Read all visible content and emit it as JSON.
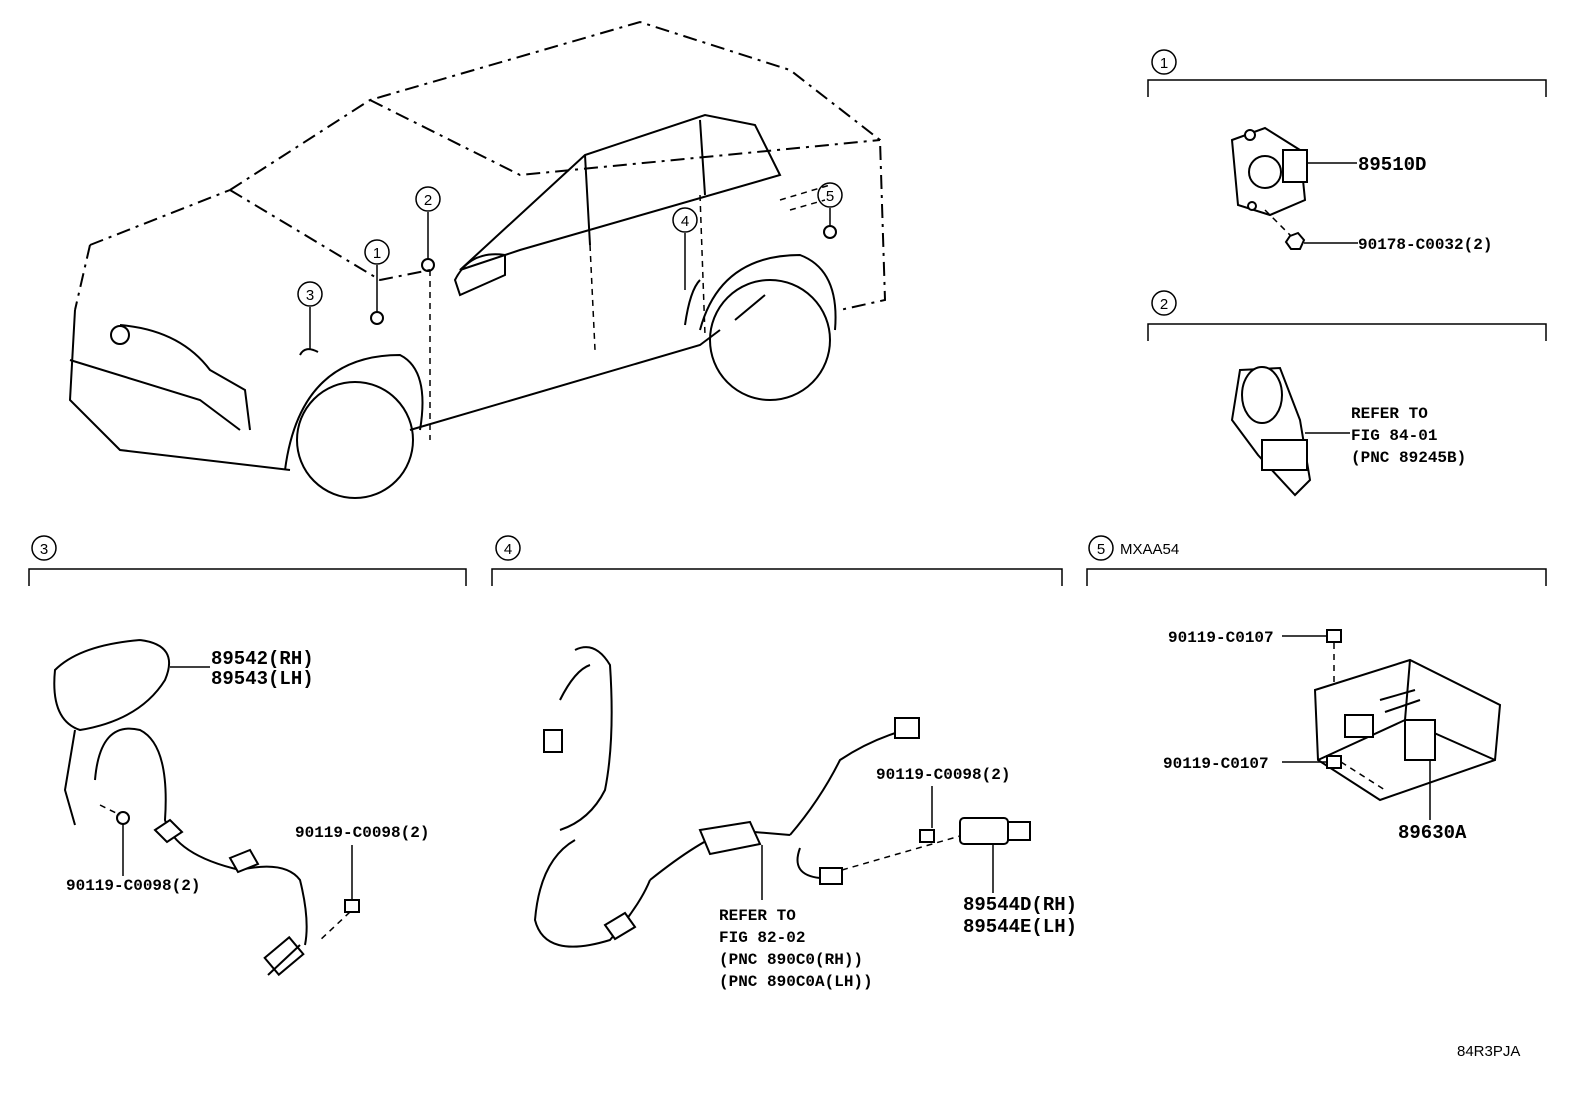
{
  "diagram_id": "84R3PJA",
  "callouts": [
    "1",
    "2",
    "3",
    "4",
    "5"
  ],
  "section1": {
    "num": "1",
    "parts": [
      "89510D",
      "90178-C0032(2)"
    ]
  },
  "section2": {
    "num": "2",
    "refer": [
      "REFER TO",
      "FIG 84-01",
      "(PNC 89245B)"
    ]
  },
  "section3": {
    "num": "3",
    "parts": [
      "89542(RH)",
      "89543(LH)",
      "90119-C0098(2)",
      "90119-C0098(2)"
    ]
  },
  "section4": {
    "num": "4",
    "parts": [
      "90119-C0098(2)",
      "89544D(RH)",
      "89544E(LH)"
    ],
    "refer": [
      "REFER TO",
      "FIG 82-02",
      "(PNC 890C0(RH))",
      "(PNC 890C0A(LH))"
    ]
  },
  "section5": {
    "num": "5",
    "model": "MXAA54",
    "parts": [
      "90119-C0107",
      "90119-C0107",
      "89630A"
    ]
  }
}
